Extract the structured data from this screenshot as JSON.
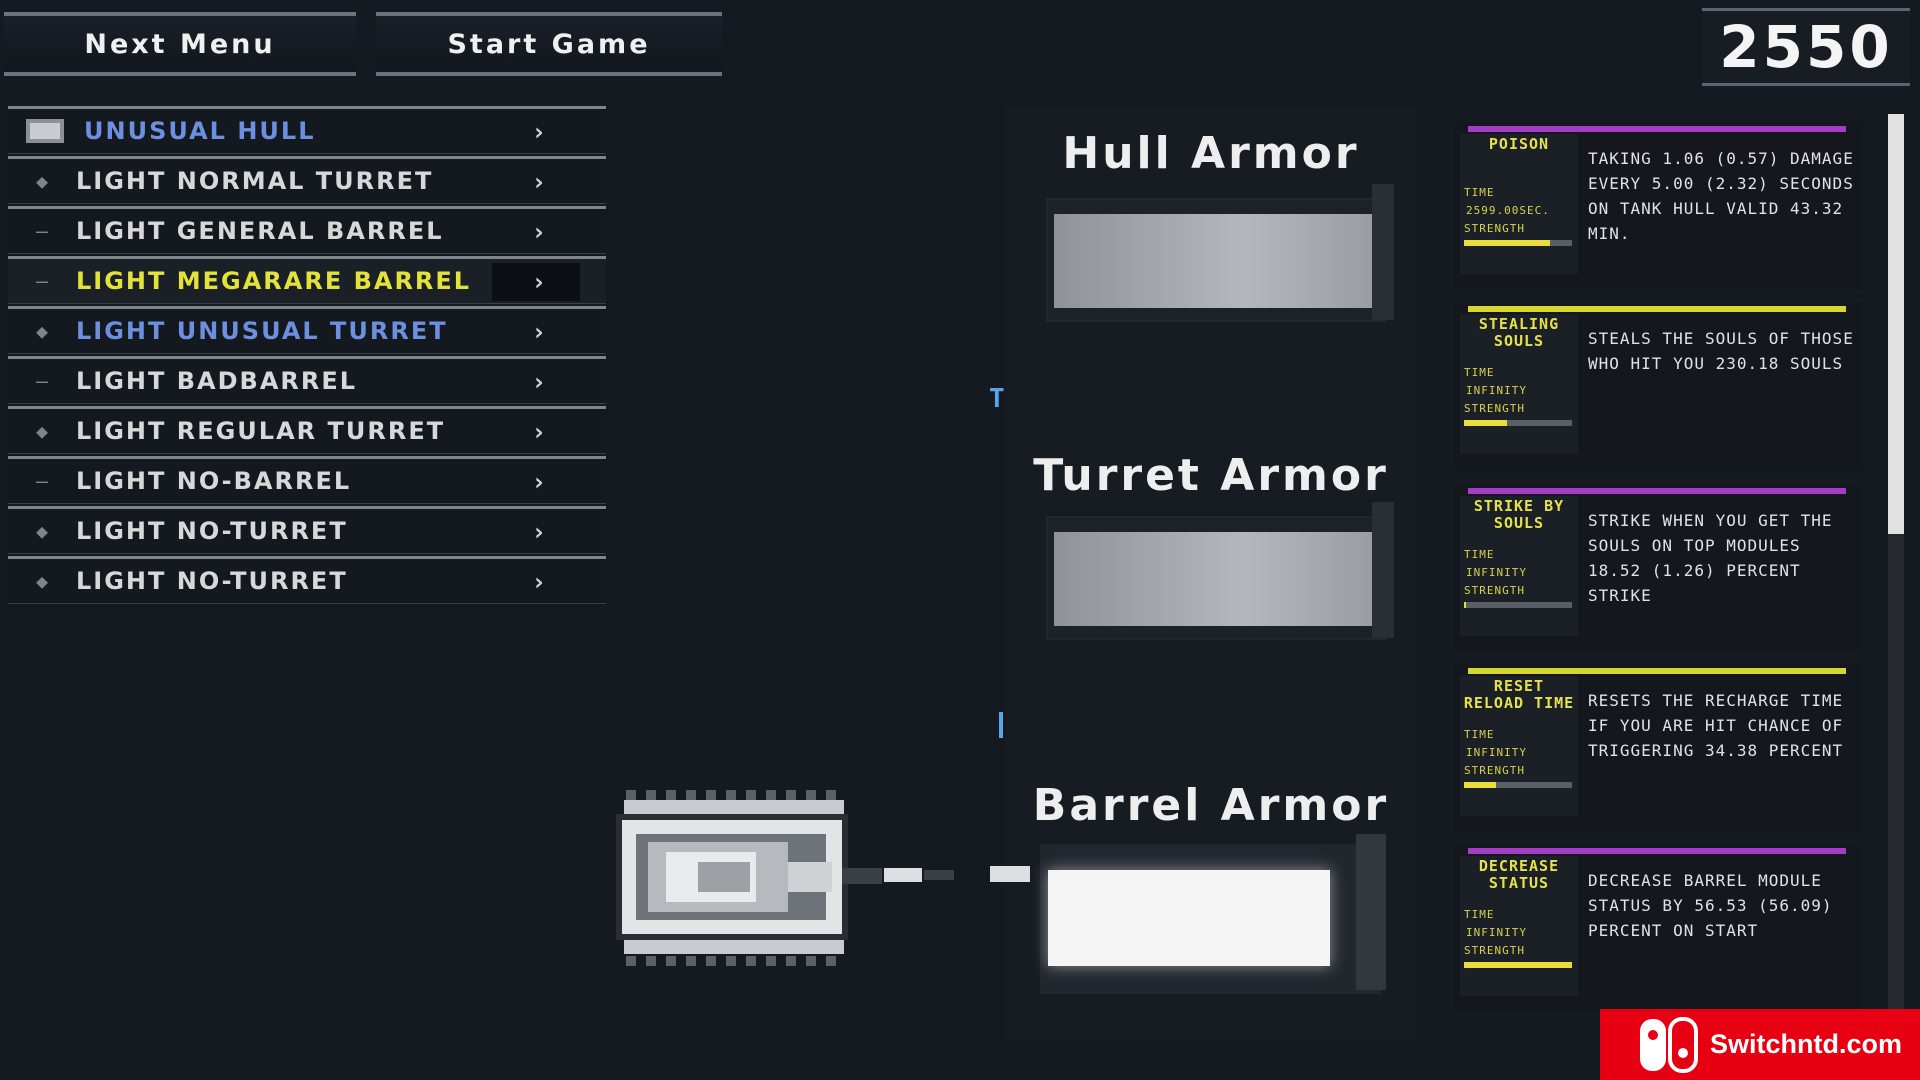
{
  "top_menu": {
    "next_menu": "Next Menu",
    "start_game": "Start Game"
  },
  "score": "2550",
  "modules": [
    {
      "label": "Unusual Hull",
      "icon": "hull-icon",
      "color": "#6d8fe0"
    },
    {
      "label": "Light Normal Turret",
      "icon": "turret-icon",
      "color": "#d8d8d8"
    },
    {
      "label": "Light General Barrel",
      "icon": "barrel-icon",
      "color": "#d8d8d8"
    },
    {
      "label": "Light Megarare Barrel",
      "icon": "barrel-icon",
      "color": "#e2e23a"
    },
    {
      "label": "Light Unusual Turret",
      "icon": "turret-icon",
      "color": "#6d8fe0"
    },
    {
      "label": "Light Badbarrel",
      "icon": "barrel-icon",
      "color": "#d8d8d8"
    },
    {
      "label": "Light Regular Turret",
      "icon": "turret-icon",
      "color": "#d8d8d8"
    },
    {
      "label": "Light No-Barrel",
      "icon": "barrel-icon",
      "color": "#d8d8d8"
    },
    {
      "label": "Light No-Turret",
      "icon": "turret-icon",
      "color": "#d8d8d8"
    },
    {
      "label": "Light No-Turret",
      "icon": "turret-icon",
      "color": "#d8d8d8"
    }
  ],
  "selected_module_index": 3,
  "armor": {
    "hull": {
      "title": "Hull Armor"
    },
    "turret": {
      "title": "Turret Armor"
    },
    "barrel": {
      "title": "Barrel Armor"
    }
  },
  "effects": [
    {
      "name": "Poison",
      "time_label": "Time",
      "time_value": "2599.00sec.",
      "strength_label": "Strength",
      "strength": 0.8,
      "stripe_color": "#a43cc6",
      "description": "Taking 1.06 (0.57) damage every 5.00 (2.32) seconds on tank hull valid 43.32 min."
    },
    {
      "name": "Stealing Souls",
      "time_label": "Time",
      "time_value": "Infinity",
      "strength_label": "Strength",
      "strength": 0.4,
      "stripe_color": "#d6d62e",
      "description": "Steals the souls of those who hit you 230.18 souls"
    },
    {
      "name": "Strike By Souls",
      "time_label": "Time",
      "time_value": "Infinity",
      "strength_label": "Strength",
      "strength": 0.02,
      "stripe_color": "#a43cc6",
      "description": "Strike when you get the souls on top modules 18.52 (1.26) percent strike"
    },
    {
      "name": "Reset Reload Time",
      "time_label": "Time",
      "time_value": "Infinity",
      "strength_label": "Strength",
      "strength": 0.3,
      "stripe_color": "#d6d62e",
      "description": "Resets the recharge time if you are hit chance of triggering 34.38 percent"
    },
    {
      "name": "Decrease Status",
      "time_label": "Time",
      "time_value": "Infinity",
      "strength_label": "Strength",
      "strength": 1.0,
      "stripe_color": "#a43cc6",
      "description": "Decrease barrel module status by 56.53 (56.09) percent on start"
    }
  ],
  "cursor_glyph": "T",
  "watermark": "Switchntd.com"
}
